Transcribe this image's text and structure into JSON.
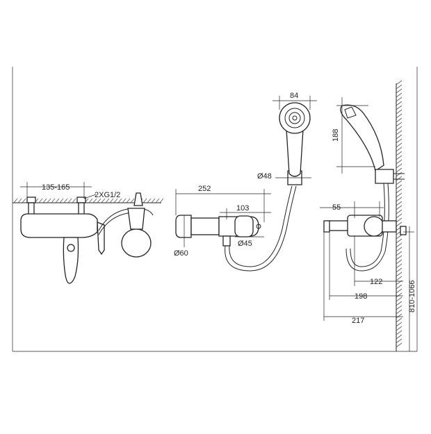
{
  "front_view": {
    "dim_spacing": "135-165",
    "dim_thread": "2XG1/2"
  },
  "side_view": {
    "dim_length": "252",
    "dim_spout": "103",
    "dim_body_diameter": "Ø60",
    "dim_spout_diameter": "Ø45",
    "dim_holder_diameter": "Ø48",
    "dim_head_width": "84"
  },
  "profile_view": {
    "dim_head_height": "188",
    "dim_spout_length": "55",
    "dim_122": "122",
    "dim_198": "198",
    "dim_217": "217",
    "dim_mount_height": "810-1066"
  },
  "colors": {
    "line": "#222222",
    "wall_hatch": "#555555",
    "background": "#ffffff"
  }
}
